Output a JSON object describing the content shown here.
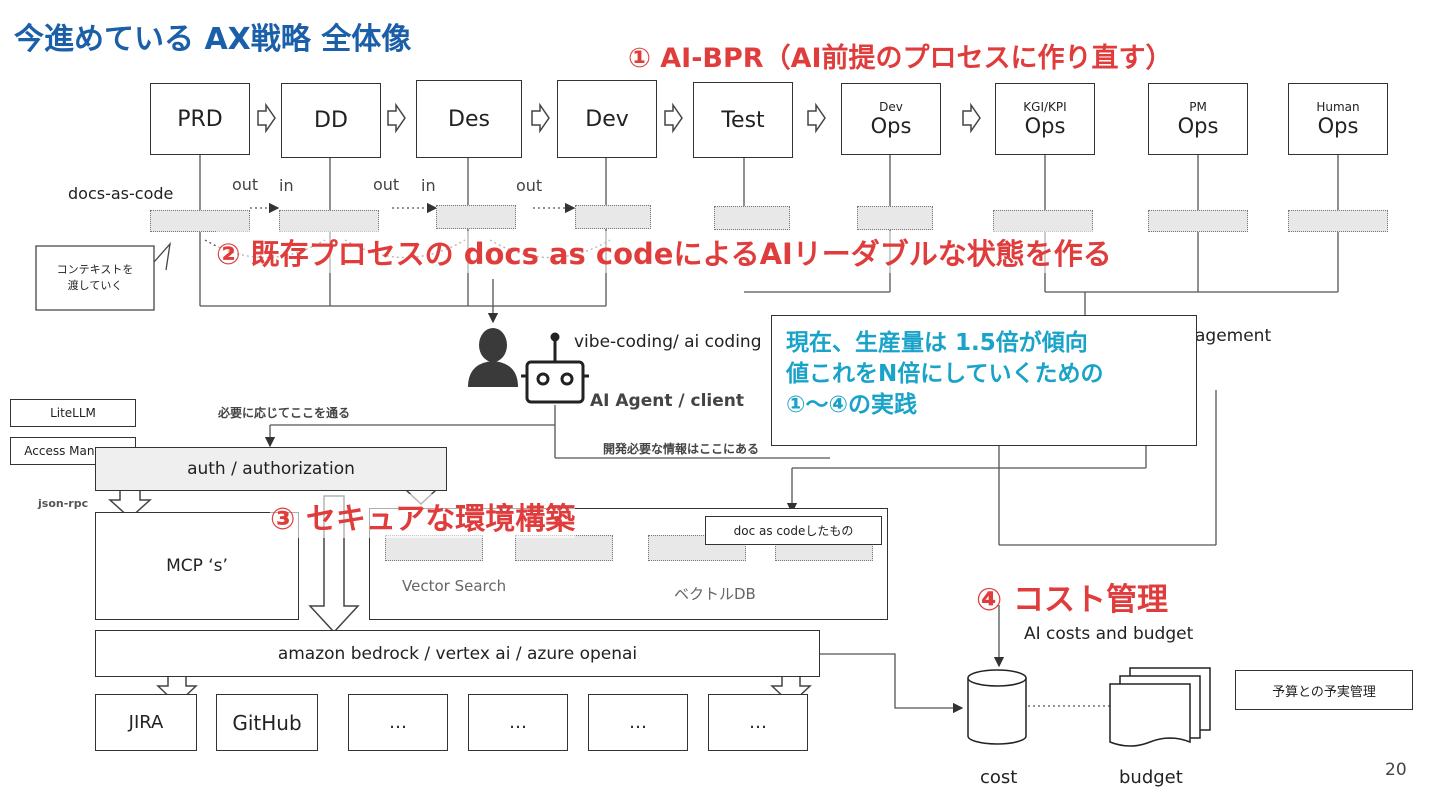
{
  "title": "今進めている AX戦略 全体像",
  "headings": {
    "h1": "① AI-BPR（AI前提のプロセスに作り直す）",
    "h2": "② 既存プロセスの docs as codeによるAIリーダブルな状態を作る",
    "h3": "③ セキュアな環境構築",
    "h4": "④ コスト管理"
  },
  "stages": [
    {
      "main": "PRD",
      "small": ""
    },
    {
      "main": "DD",
      "small": ""
    },
    {
      "main": "Des",
      "small": ""
    },
    {
      "main": "Dev",
      "small": ""
    },
    {
      "main": "Test",
      "small": ""
    },
    {
      "main": "Ops",
      "small": "Dev"
    },
    {
      "main": "Ops",
      "small": "KGI/KPI"
    },
    {
      "main": "Ops",
      "small": "PM"
    },
    {
      "main": "Ops",
      "small": "Human"
    }
  ],
  "labels": {
    "docs_as_code": "docs-as-code",
    "out": "out",
    "in": "in",
    "context_note": "コンテキストを\n渡していく",
    "vibe_coding": "vibe-coding/ ai coding",
    "management_fragment": "agement",
    "ai_agent": "AI Agent / client",
    "needs_pass": "必要に応じてここを通る",
    "dev_info": "開発必要な情報はここにある",
    "litellm": "LiteLLM",
    "access_manager": "Access Manager",
    "auth": "auth / authorization",
    "json_rpc": "json-rpc",
    "mcp": "MCP ‘s’",
    "doc_as_code_done": "doc as codeしたもの",
    "vector_search": "Vector Search",
    "vector_db": "ベクトルDB",
    "bedrock": "amazon bedrock  / vertex ai / azure openai",
    "ai_costs": "AI costs and budget",
    "cost": "cost",
    "budget": "budget",
    "budget_mgmt": "予算との予実管理",
    "page_number": "20"
  },
  "callout": "現在、生産量は 1.5倍が傾向\n値これをN倍にしていくための\n①〜④の実践",
  "tools": [
    "JIRA",
    "GitHub",
    "…",
    "…",
    "…",
    "…"
  ],
  "colors": {
    "red": "#e03c3c",
    "title_blue": "#1a5fa8",
    "callout_cyan": "#1aa3c9",
    "dashed_fill": "#e8e8e8"
  }
}
